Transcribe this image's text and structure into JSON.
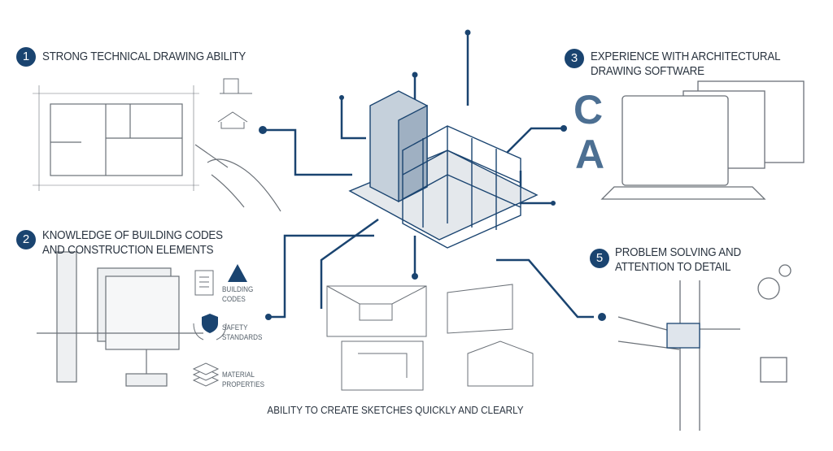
{
  "sections": [
    {
      "number": "1",
      "lines": [
        "STRONG TECHNICAL DRAWING ABILITY"
      ]
    },
    {
      "number": "2",
      "lines": [
        "KNOWLEDGE OF BUILDING CODES",
        "AND CONSTRUCTION ELEMENTS"
      ]
    },
    {
      "number": "3",
      "lines": [
        "EXPERIENCE WITH ARCHITECTURAL",
        "DRAWING SOFTWARE"
      ]
    },
    {
      "number": "5",
      "lines": [
        "PROBLEM SOLVING AND",
        "ATTENTION TO DETAIL"
      ]
    }
  ],
  "labels": {
    "building_codes": [
      "BUILDING",
      "CODES"
    ],
    "safety_standards": [
      "SAFETY",
      "STANDARDS"
    ],
    "material_properties": [
      "MATERIAL",
      "PROPERTIES"
    ]
  },
  "software_logos": [
    "C",
    "A"
  ],
  "caption": "ABILITY TO CREATE SKETCHES QUICKLY AND CLEARLY",
  "colors": {
    "navy": "#1a4470",
    "line": "#8a9098",
    "steel": "#4c6f92"
  }
}
